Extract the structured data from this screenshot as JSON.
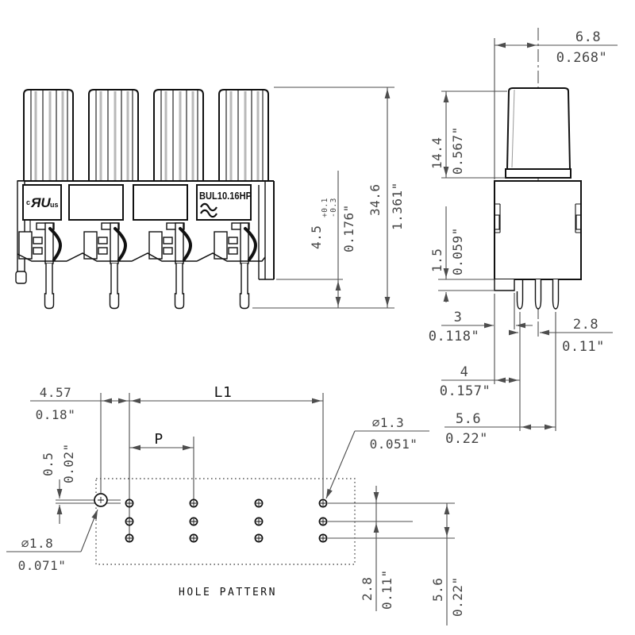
{
  "views": {
    "front": {
      "ul_mark": {
        "prefix": "c",
        "core": "ЯU",
        "suffix": "us"
      },
      "part_number": "BUL10.16HP",
      "dims": {
        "clearance_mm": "4.5",
        "clearance_tol_plus": "+0.1",
        "clearance_tol_minus": "-0.3",
        "clearance_inch": "0.176\"",
        "height_mm": "34.6",
        "height_inch": "1.361\""
      }
    },
    "side": {
      "dims": {
        "width_mm": "6.8",
        "width_inch": "0.268\"",
        "pusher_mm": "14.4",
        "pusher_inch": "0.567\"",
        "step_mm": "1.5",
        "step_inch": "0.059\"",
        "lip_mm": "3",
        "lip_inch": "0.118\"",
        "pitch_mm": "2.8",
        "pitch_inch": "0.11\"",
        "pin_mm": "4",
        "pin_inch": "0.157\"",
        "span_mm": "5.6",
        "span_inch": "0.22\""
      }
    },
    "holes": {
      "label": "HOLE PATTERN",
      "dims": {
        "offset_mm": "4.57",
        "offset_inch": "0.18\"",
        "length_label": "L1",
        "pitch_label": "P",
        "row_offset_mm": "0.5",
        "row_offset_inch": "0.02\"",
        "small_dia_mm": "⌀1.3",
        "small_dia_inch": "0.051\"",
        "large_dia_mm": "⌀1.8",
        "large_dia_inch": "0.071\"",
        "row_gap_mm": "2.8",
        "row_gap_inch": "0.11\"",
        "row_span_mm": "5.6",
        "row_span_inch": "0.22\""
      }
    }
  },
  "colors": {
    "line": "#111111",
    "dim_text": "#454545"
  }
}
